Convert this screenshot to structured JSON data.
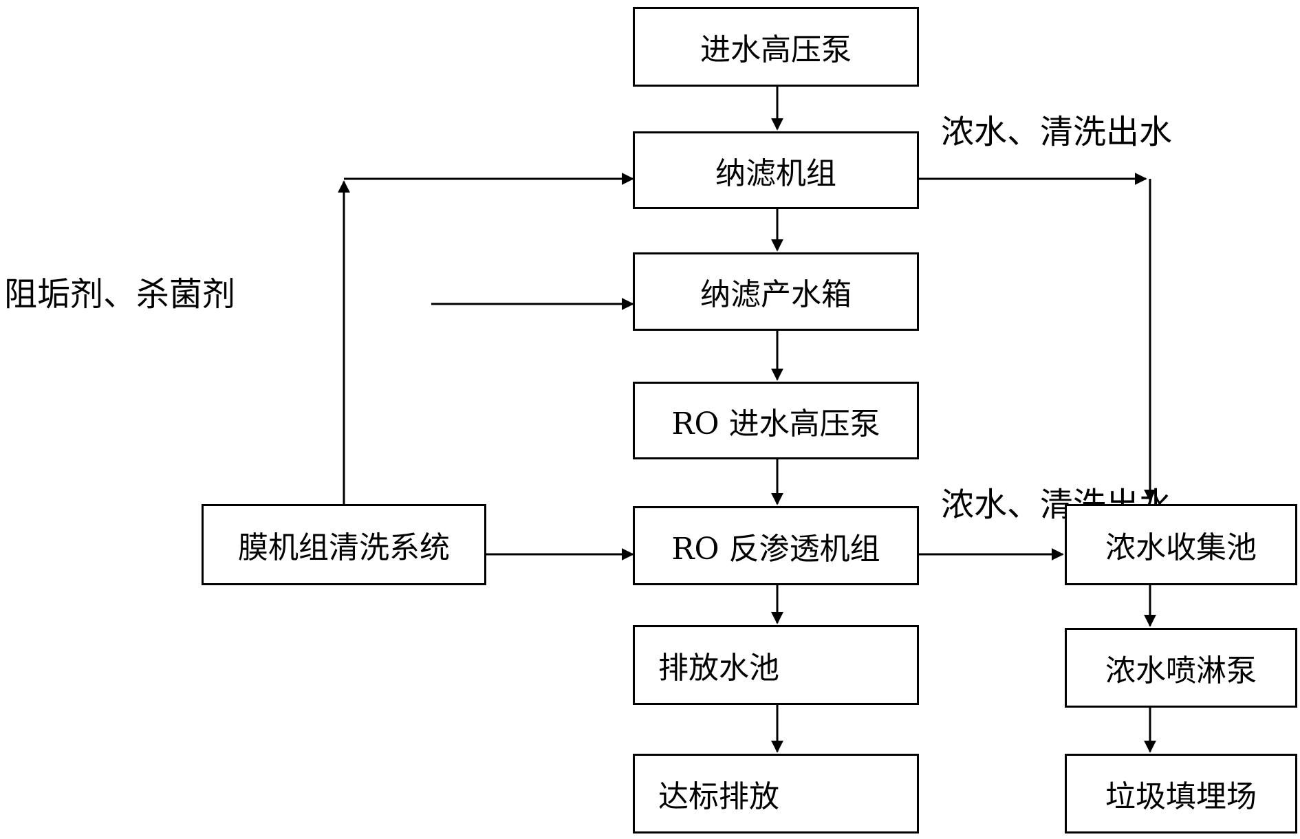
{
  "boxes": {
    "inlet_pump": "进水高压泵",
    "nf_unit": "纳滤机组",
    "nf_tank": "纳滤产水箱",
    "ro_pump": "RO 进水高压泵",
    "ro_unit": "RO 反渗透机组",
    "discharge_pool": "排放水池",
    "standard_discharge": "达标排放",
    "cleaning_system": "膜机组清洗系统",
    "concentrate_pool": "浓水收集池",
    "spray_pump": "浓水喷淋泵",
    "landfill": "垃圾填埋场"
  },
  "labels": {
    "nf_outflow": "浓水、清洗出水",
    "ro_outflow": "浓水、清洗出水",
    "chemicals": "阻垢剂、杀菌剂"
  }
}
